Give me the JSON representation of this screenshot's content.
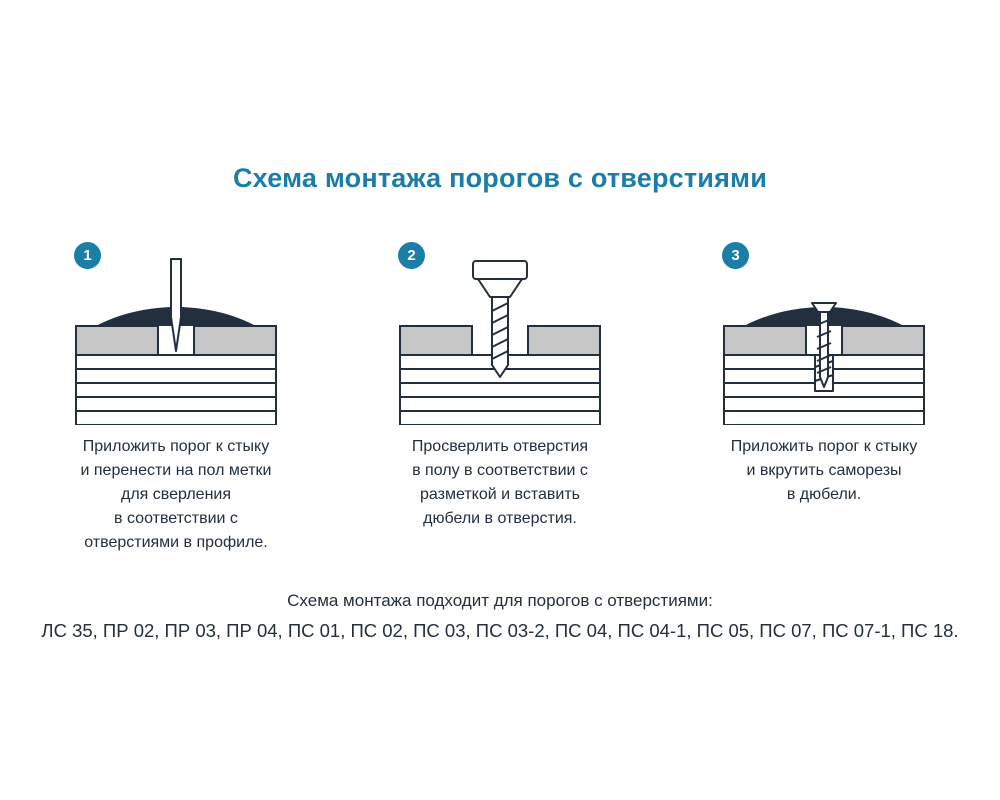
{
  "theme": {
    "accent": "#1b7ea8",
    "ink": "#232f3e",
    "block_gray": "#c6c6c6"
  },
  "page": {
    "title": "Схема монтажа порогов с отверстиями"
  },
  "steps": [
    {
      "number": "1",
      "icon": "awl-marking-icon",
      "caption": "Приложить порог к стыку\nи перенести на пол метки\nдля сверления\nв соответствии с\nотверстиями в профиле."
    },
    {
      "number": "2",
      "icon": "drill-icon",
      "caption": "Просверлить отверстия\nв полу в соответствии с\nразметкой и вставить\nдюбели в отверстия."
    },
    {
      "number": "3",
      "icon": "screw-into-dowel-icon",
      "caption": "Приложить порог к стыку\nи вкрутить саморезы\nв дюбели."
    }
  ],
  "footer": {
    "line1": "Схема монтажа подходит для порогов с отверстиями:",
    "line2": "ЛС 35, ПР 02, ПР 03, ПР 04, ПС 01, ПС 02, ПС 03, ПС 03-2, ПС 04, ПС 04-1, ПС 05, ПС 07, ПС 07-1, ПС 18."
  }
}
